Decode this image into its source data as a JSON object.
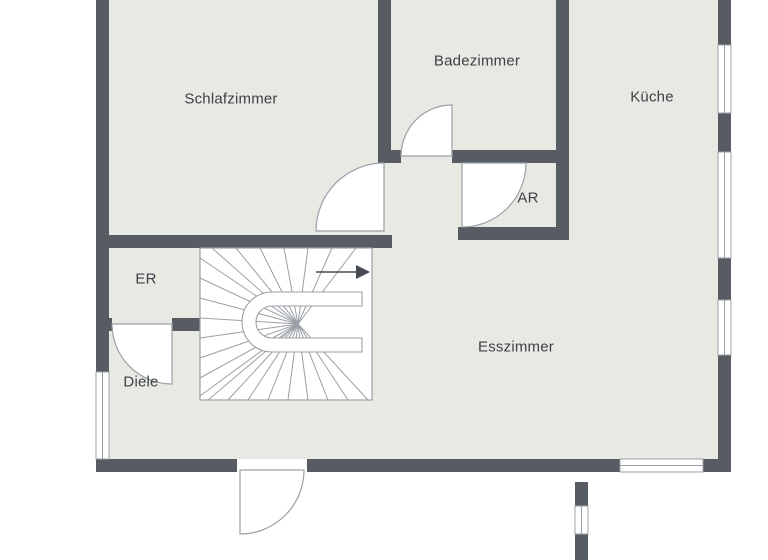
{
  "plan": {
    "rooms": [
      {
        "id": "schlafzimmer",
        "label": "Schlafzimmer"
      },
      {
        "id": "badezimmer",
        "label": "Badezimmer"
      },
      {
        "id": "kueche",
        "label": "Küche"
      },
      {
        "id": "ar",
        "label": "AR"
      },
      {
        "id": "er",
        "label": "ER"
      },
      {
        "id": "diele",
        "label": "Diele"
      },
      {
        "id": "esszimmer",
        "label": "Esszimmer"
      }
    ],
    "icons": {
      "stair_direction_arrow": "arrow-right"
    },
    "colors": {
      "wall": "#575c63",
      "floor": "#e9e9e4",
      "outline": "#9aa0a6",
      "text": "#3c4147",
      "background": "#ffffff"
    }
  }
}
